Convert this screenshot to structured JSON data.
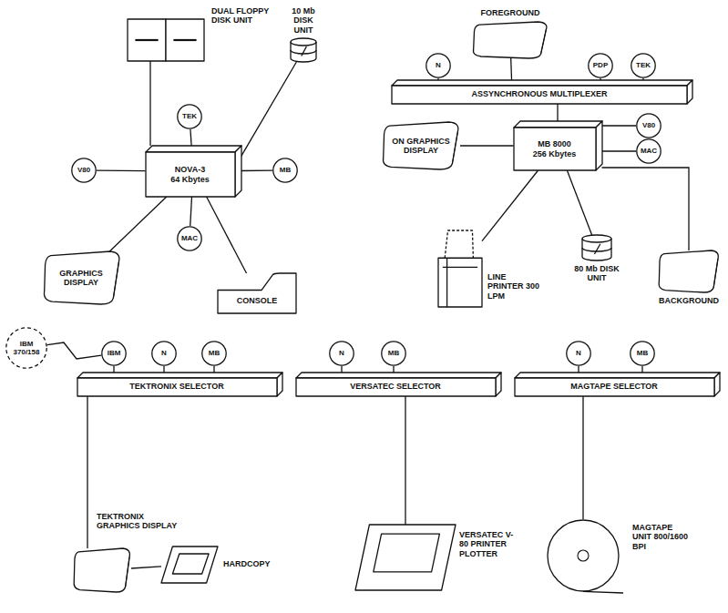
{
  "diagram": {
    "nodes": [
      {
        "text": [
          "DUAL FLOPPY DISK UNIT"
        ]
      },
      {
        "text": [
          "10 Mb DISK UNIT"
        ]
      },
      {
        "text": [
          "TEK"
        ]
      },
      {
        "text": [
          "V80"
        ]
      },
      {
        "text": [
          "NOVA-3",
          "64 Kbytes"
        ]
      },
      {
        "text": [
          "MB"
        ]
      },
      {
        "text": [
          "MAC"
        ]
      },
      {
        "text": [
          "GRAPHICS DISPLAY"
        ]
      },
      {
        "text": [
          "CONSOLE"
        ]
      },
      {
        "text": [
          "FOREGROUND"
        ]
      },
      {
        "text": [
          "N"
        ]
      },
      {
        "text": [
          "PDP"
        ]
      },
      {
        "text": [
          "TEK"
        ]
      },
      {
        "text": [
          "ASSYNCHRONOUS MULTIPLEXER"
        ]
      },
      {
        "text": [
          "ON GRAPHICS DISPLAY"
        ]
      },
      {
        "text": [
          "MB 8000",
          "256 Kbytes"
        ]
      },
      {
        "text": [
          "V80"
        ]
      },
      {
        "text": [
          "MAC"
        ]
      },
      {
        "text": [
          "LINE PRINTER 300 LPM"
        ]
      },
      {
        "text": [
          "80 Mb DISK UNIT"
        ]
      },
      {
        "text": [
          "BACKGROUND"
        ]
      },
      {
        "text": [
          "IBM 370/158"
        ]
      },
      {
        "text": [
          "IBM"
        ]
      },
      {
        "text": [
          "N"
        ]
      },
      {
        "text": [
          "MB"
        ]
      },
      {
        "text": [
          "TEKTRONIX SELECTOR"
        ]
      },
      {
        "text": [
          "N"
        ]
      },
      {
        "text": [
          "MB"
        ]
      },
      {
        "text": [
          "VERSATEC SELECTOR"
        ]
      },
      {
        "text": [
          "N"
        ]
      },
      {
        "text": [
          "MB"
        ]
      },
      {
        "text": [
          "MAGTAPE SELECTOR"
        ]
      },
      {
        "text": [
          "TEKTRONIX GRAPHICS DISPLAY"
        ]
      },
      {
        "text": [
          "HARDCOPY"
        ]
      },
      {
        "text": [
          "VERSATEC V-80 PRINTER PLOTTER"
        ]
      },
      {
        "text": [
          "MAGTAPE UNIT 800/1600 BPI"
        ]
      }
    ],
    "edges": [
      {
        "from": 4,
        "to": 0,
        "arrow": "none"
      },
      {
        "from": 4,
        "to": 1,
        "arrow": "none"
      },
      {
        "from": 4,
        "to": 2,
        "arrow": "none"
      },
      {
        "from": 4,
        "to": 3,
        "arrow": "none"
      },
      {
        "from": 4,
        "to": 5,
        "arrow": "none"
      },
      {
        "from": 4,
        "to": 6,
        "arrow": "none"
      },
      {
        "from": 4,
        "to": 7,
        "arrow": "none"
      },
      {
        "from": 4,
        "to": 8,
        "arrow": "none"
      },
      {
        "from": 9,
        "to": 13,
        "arrow": "none"
      },
      {
        "from": 10,
        "to": 13,
        "arrow": "none"
      },
      {
        "from": 11,
        "to": 13,
        "arrow": "none"
      },
      {
        "from": 12,
        "to": 13,
        "arrow": "none"
      },
      {
        "from": 13,
        "to": 15,
        "arrow": "none"
      },
      {
        "from": 15,
        "to": 14,
        "arrow": "none"
      },
      {
        "from": 15,
        "to": 16,
        "arrow": "none"
      },
      {
        "from": 15,
        "to": 17,
        "arrow": "none"
      },
      {
        "from": 15,
        "to": 18,
        "arrow": "none"
      },
      {
        "from": 15,
        "to": 19,
        "arrow": "none"
      },
      {
        "from": 15,
        "to": 20,
        "arrow": "none"
      },
      {
        "from": 21,
        "to": 22,
        "arrow": "none"
      },
      {
        "from": 22,
        "to": 25,
        "arrow": "none"
      },
      {
        "from": 23,
        "to": 25,
        "arrow": "none"
      },
      {
        "from": 24,
        "to": 25,
        "arrow": "none"
      },
      {
        "from": 25,
        "to": 32,
        "arrow": "none"
      },
      {
        "from": 32,
        "to": 33,
        "arrow": "none"
      },
      {
        "from": 26,
        "to": 28,
        "arrow": "none"
      },
      {
        "from": 27,
        "to": 28,
        "arrow": "none"
      },
      {
        "from": 28,
        "to": 34,
        "arrow": "none"
      },
      {
        "from": 29,
        "to": 31,
        "arrow": "none"
      },
      {
        "from": 30,
        "to": 31,
        "arrow": "none"
      },
      {
        "from": 31,
        "to": 35,
        "arrow": "none"
      }
    ]
  }
}
